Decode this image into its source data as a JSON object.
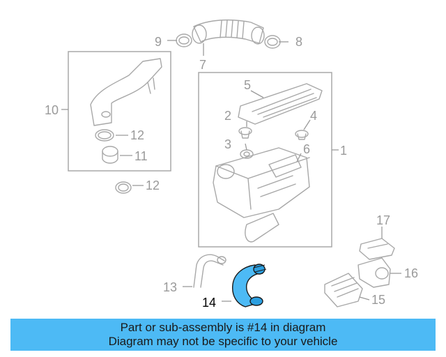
{
  "diagram": {
    "callouts": [
      {
        "id": "1",
        "text": "1"
      },
      {
        "id": "2",
        "text": "2"
      },
      {
        "id": "3",
        "text": "3"
      },
      {
        "id": "4",
        "text": "4"
      },
      {
        "id": "5",
        "text": "5"
      },
      {
        "id": "6",
        "text": "6"
      },
      {
        "id": "7",
        "text": "7"
      },
      {
        "id": "8",
        "text": "8"
      },
      {
        "id": "9",
        "text": "9"
      },
      {
        "id": "10",
        "text": "10"
      },
      {
        "id": "11",
        "text": "11"
      },
      {
        "id": "12a",
        "text": "12"
      },
      {
        "id": "12b",
        "text": "12"
      },
      {
        "id": "13",
        "text": "13"
      },
      {
        "id": "14",
        "text": "14"
      },
      {
        "id": "15",
        "text": "15"
      },
      {
        "id": "16",
        "text": "16"
      },
      {
        "id": "17",
        "text": "17"
      }
    ],
    "colors": {
      "line": "#a8a8a8",
      "highlight_part": "#4dbaf5",
      "banner": "#4dbaf5"
    }
  },
  "banner": {
    "line1": "Part or sub-assembly is #14 in diagram",
    "line2": "Diagram may not be specific to your vehicle"
  }
}
